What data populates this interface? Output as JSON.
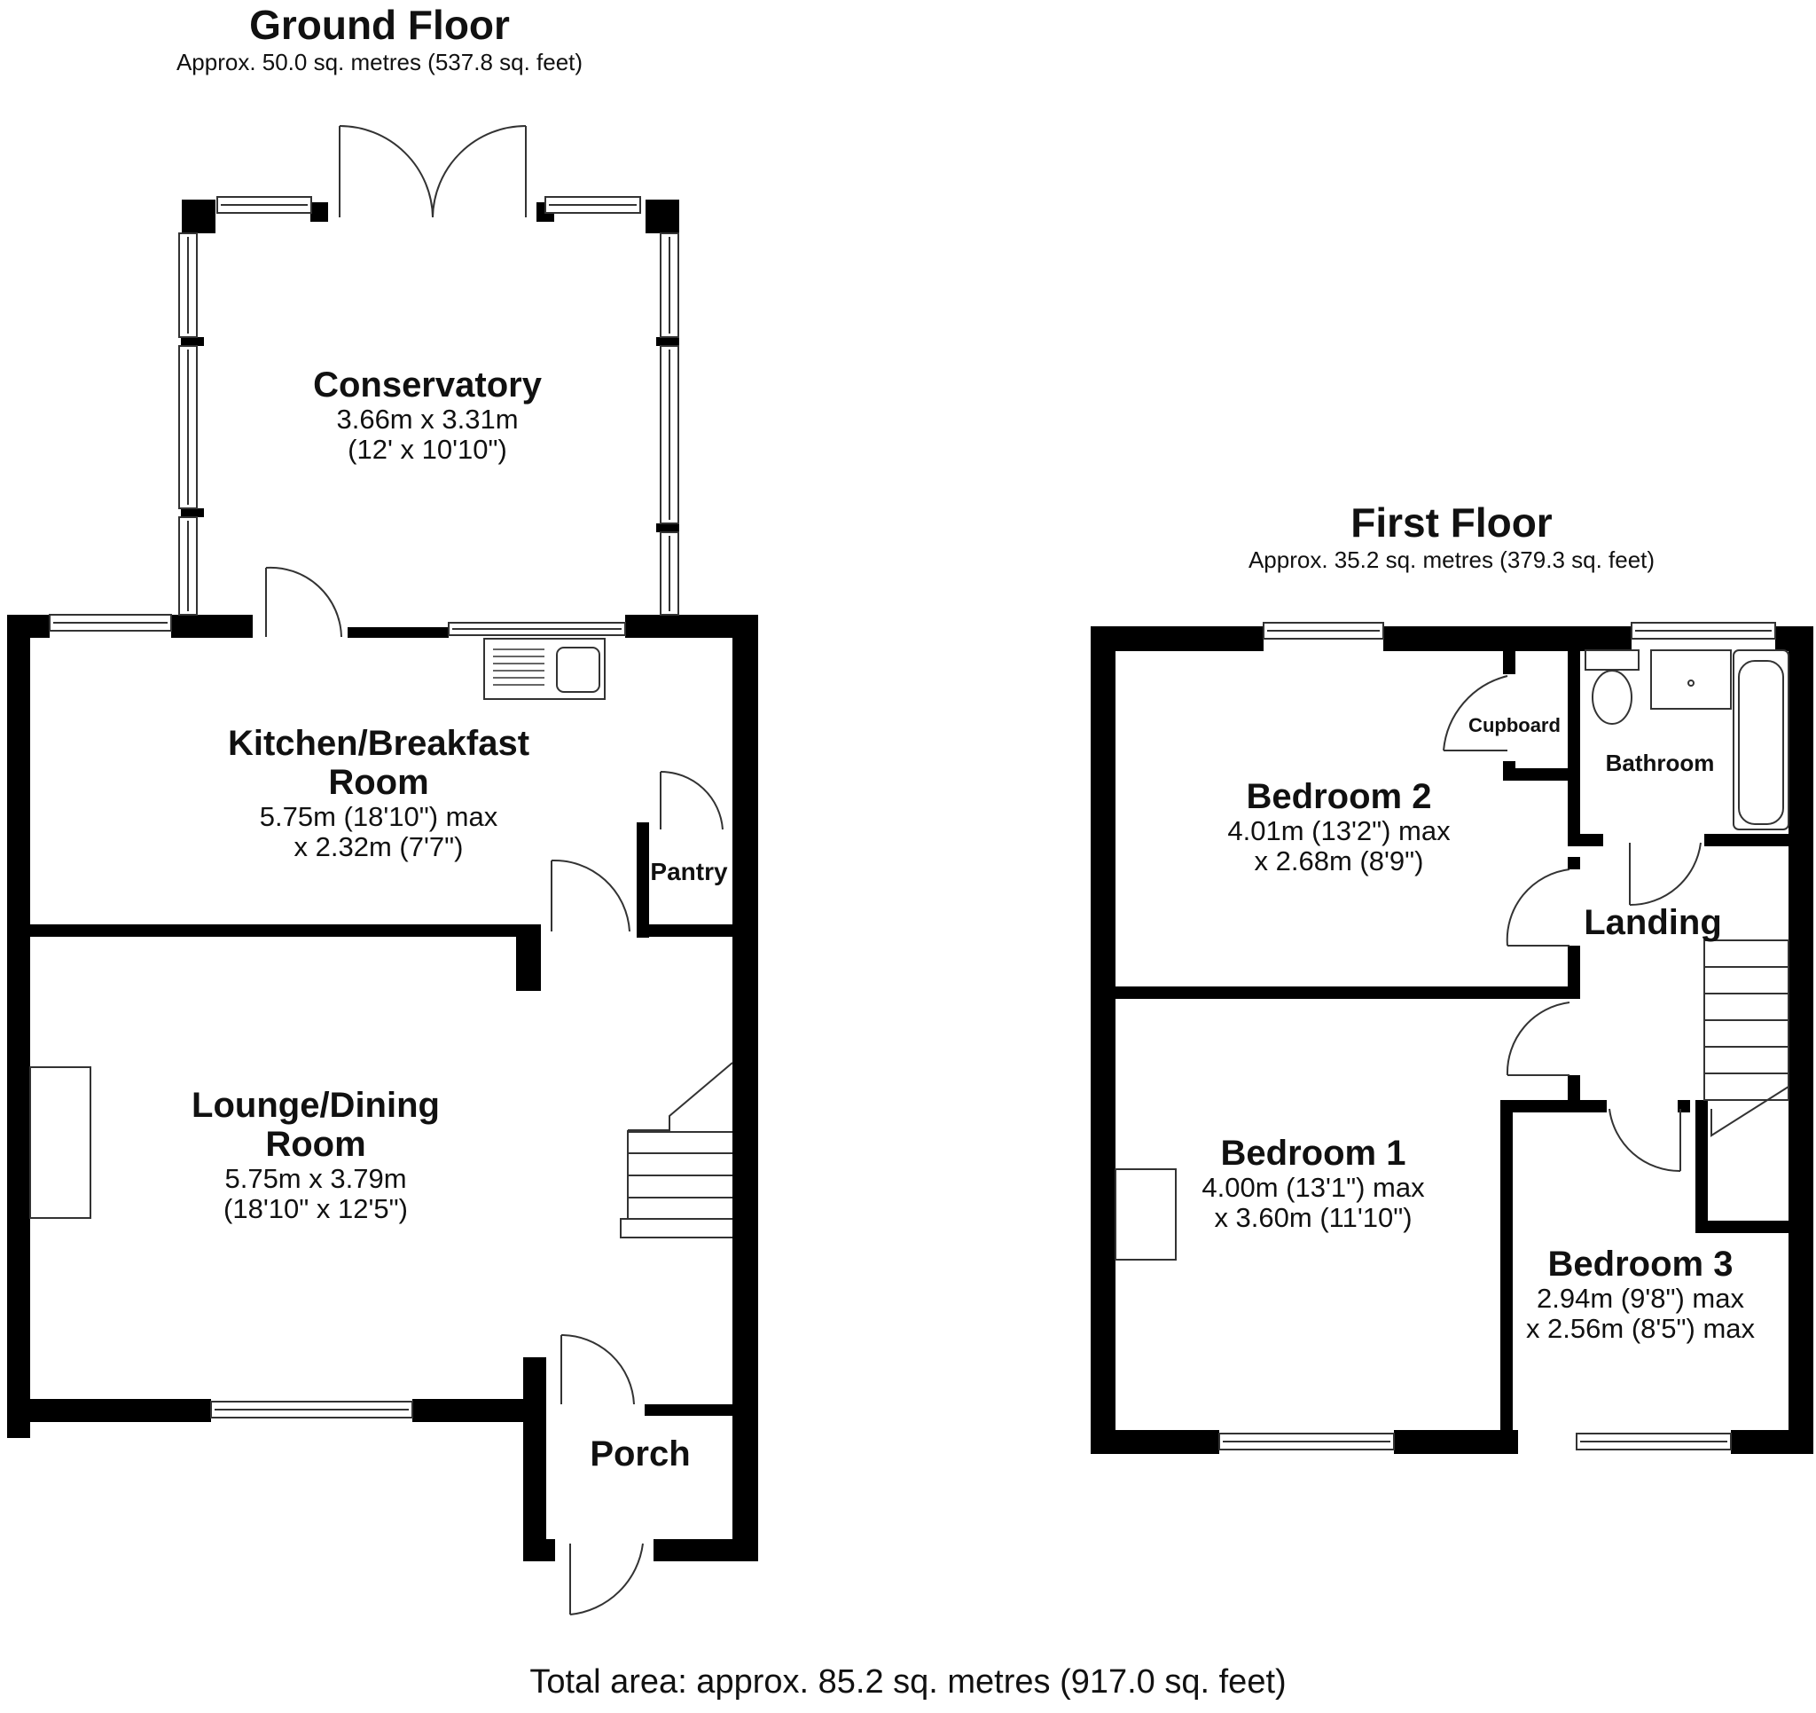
{
  "ground_floor": {
    "title": "Ground Floor",
    "area": "Approx. 50.0 sq. metres (537.8 sq. feet)",
    "rooms": [
      {
        "name": "Conservatory",
        "dims": [
          "3.66m x 3.31m",
          "(12' x 10'10\")"
        ]
      },
      {
        "name": "Kitchen/Breakfast",
        "name2": "Room",
        "dims": [
          "5.75m (18'10\") max",
          "x 2.32m (7'7\")"
        ]
      },
      {
        "name": "Pantry"
      },
      {
        "name": "Lounge/Dining",
        "name2": "Room",
        "dims": [
          "5.75m x 3.79m",
          "(18'10\" x 12'5\")"
        ]
      },
      {
        "name": "Porch"
      }
    ]
  },
  "first_floor": {
    "title": "First Floor",
    "area": "Approx. 35.2 sq. metres (379.3 sq. feet)",
    "rooms": [
      {
        "name": "Bedroom 2",
        "dims": [
          "4.01m (13'2\") max",
          "x 2.68m (8'9\")"
        ]
      },
      {
        "name": "Cupboard"
      },
      {
        "name": "Bathroom"
      },
      {
        "name": "Landing"
      },
      {
        "name": "Bedroom 1",
        "dims": [
          "4.00m (13'1\") max",
          "x 3.60m (11'10\")"
        ]
      },
      {
        "name": "Bedroom 3",
        "dims": [
          "2.94m (9'8\") max",
          "x 2.56m (8'5\") max"
        ]
      }
    ]
  },
  "total_area": "Total area: approx. 85.2 sq. metres (917.0 sq. feet)",
  "colors": {
    "wall": "#000000",
    "background": "#ffffff",
    "line": "#333333"
  }
}
